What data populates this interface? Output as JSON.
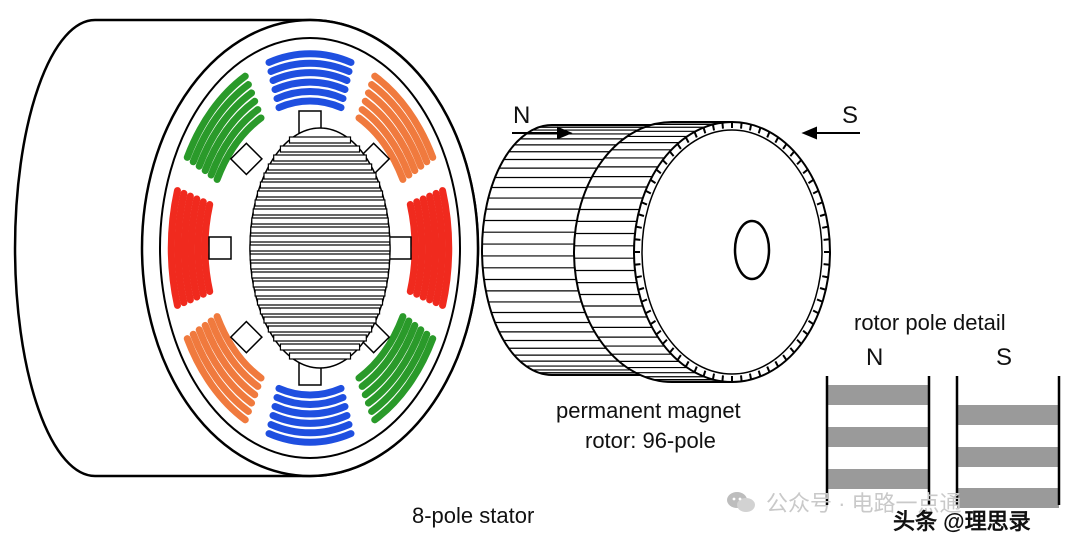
{
  "stator": {
    "label": "8-pole stator",
    "poles": [
      {
        "id": "top",
        "color": "#1f4fe0"
      },
      {
        "id": "top-right",
        "color": "#f07a3e"
      },
      {
        "id": "right",
        "color": "#f02a1e"
      },
      {
        "id": "bottom-right",
        "color": "#2a9a2a"
      },
      {
        "id": "bottom",
        "color": "#1f4fe0"
      },
      {
        "id": "bottom-left",
        "color": "#f07a3e"
      },
      {
        "id": "left",
        "color": "#f02a1e"
      },
      {
        "id": "top-left",
        "color": "#2a9a2a"
      }
    ]
  },
  "rotor": {
    "label_line1": "permanent magnet",
    "label_line2": "rotor: 96-pole",
    "north_label": "N",
    "south_label": "S"
  },
  "pole_detail": {
    "title": "rotor pole detail",
    "north_label": "N",
    "south_label": "S",
    "stripe_color": "#9a9a9a"
  },
  "watermark": {
    "line1": "公众号 · 电路一点通",
    "line2": "头条 @理思录"
  }
}
